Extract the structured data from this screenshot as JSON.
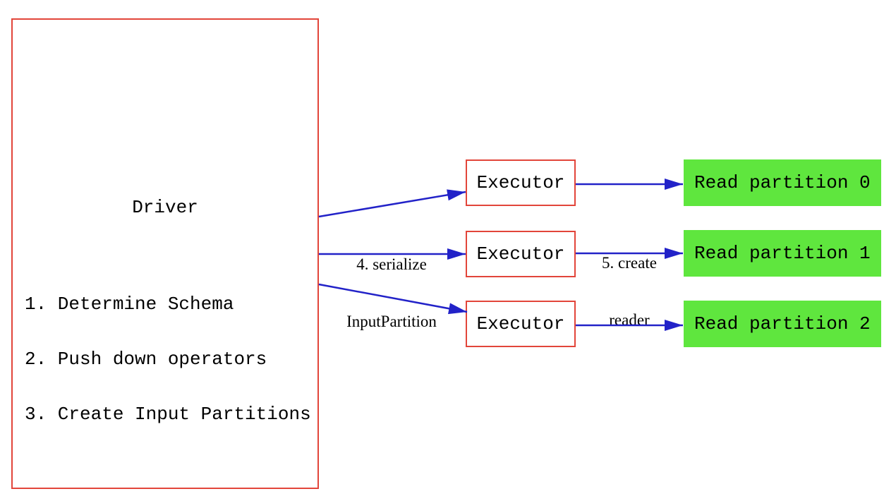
{
  "driver": {
    "title": "Driver",
    "steps": [
      "1. Determine Schema",
      "2. Push down operators",
      "3. Create Input Partitions"
    ]
  },
  "executors": [
    "Executor",
    "Executor",
    "Executor"
  ],
  "partitions": [
    "Read partition 0",
    "Read partition 1",
    "Read partition 2"
  ],
  "labels": {
    "serialize_line1": "4. serialize",
    "serialize_line2": "InputPartition",
    "reader_line1": "5. create",
    "reader_line2": "reader"
  },
  "colors": {
    "box_border_red": "#e2453a",
    "arrow_blue": "#2222c8",
    "partition_green": "#5fe63e",
    "text": "#000000",
    "background": "#ffffff"
  }
}
